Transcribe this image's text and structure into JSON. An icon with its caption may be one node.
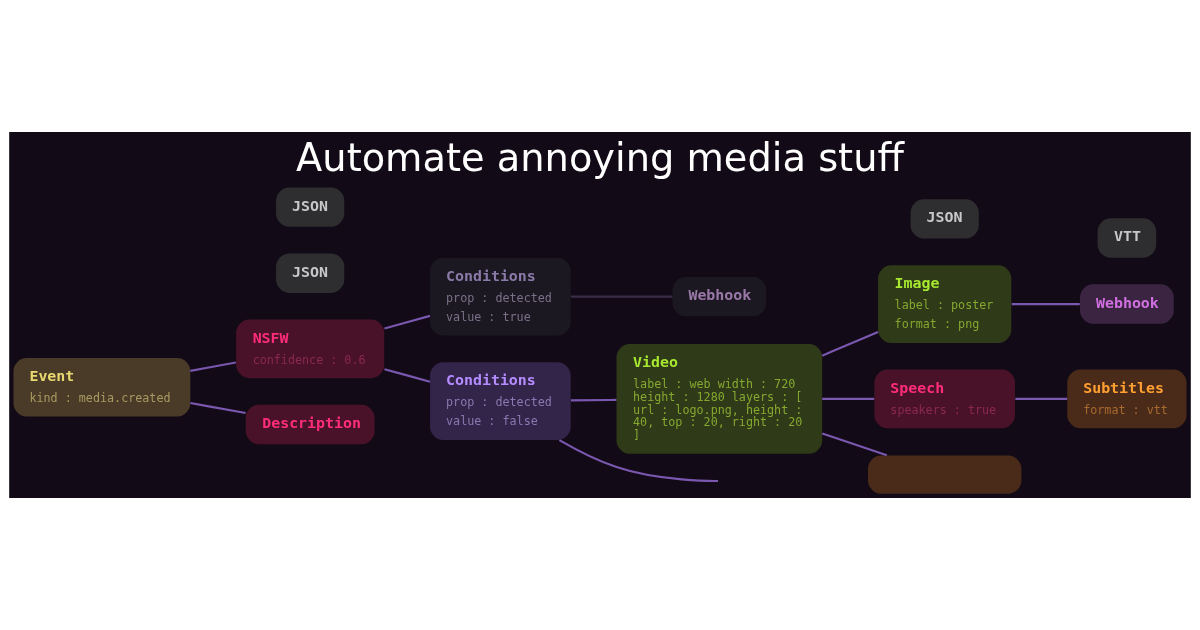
{
  "diagram": {
    "title": "Automate annoying media stuff",
    "nodes": [
      {
        "text": [
          "Event",
          "kind : media.created"
        ]
      },
      {
        "text": [
          "NSFW",
          "confidence : 0.6"
        ]
      },
      {
        "text": [
          "JSON"
        ]
      },
      {
        "text": [
          "Description"
        ]
      },
      {
        "text": [
          "JSON"
        ]
      },
      {
        "text": [
          "Conditions",
          "prop : detected",
          "value : true"
        ]
      },
      {
        "text": [
          "Webhook"
        ]
      },
      {
        "text": [
          "Conditions",
          "prop : detected",
          "value : false"
        ]
      },
      {
        "text": [
          "Video",
          "label : web width : 720 height : 1280 layers : [ url : logo.png, height : 40, top : 20, right : 20 ]"
        ]
      },
      {
        "text": [
          "Image",
          "label : poster",
          "format : png"
        ]
      },
      {
        "text": [
          "Webhook"
        ]
      },
      {
        "text": [
          "Speech",
          "speakers : true"
        ]
      },
      {
        "text": [
          "JSON"
        ]
      },
      {
        "text": [
          "Subtitles",
          "format : vtt"
        ]
      },
      {
        "text": [
          "VTT"
        ]
      },
      {
        "text": [],
        "shape": "box"
      }
    ],
    "edges": [
      {
        "from": 0,
        "to": 1,
        "arrow": "none"
      },
      {
        "from": 0,
        "to": 3,
        "arrow": "none"
      },
      {
        "from": 1,
        "to": 5,
        "arrow": "none"
      },
      {
        "from": 1,
        "to": 7,
        "arrow": "none"
      },
      {
        "from": 5,
        "to": 6,
        "arrow": "none",
        "color": "#3a2e4a"
      },
      {
        "from": 7,
        "to": 8,
        "arrow": "none"
      },
      {
        "from": 7,
        "to": null,
        "arrow": "none"
      },
      {
        "from": 8,
        "to": 9,
        "arrow": "none"
      },
      {
        "from": 9,
        "to": 10,
        "arrow": "none"
      },
      {
        "from": 8,
        "to": 11,
        "arrow": "none"
      },
      {
        "from": 11,
        "to": 13,
        "arrow": "none"
      },
      {
        "from": 8,
        "to": 15,
        "arrow": "none"
      }
    ]
  }
}
